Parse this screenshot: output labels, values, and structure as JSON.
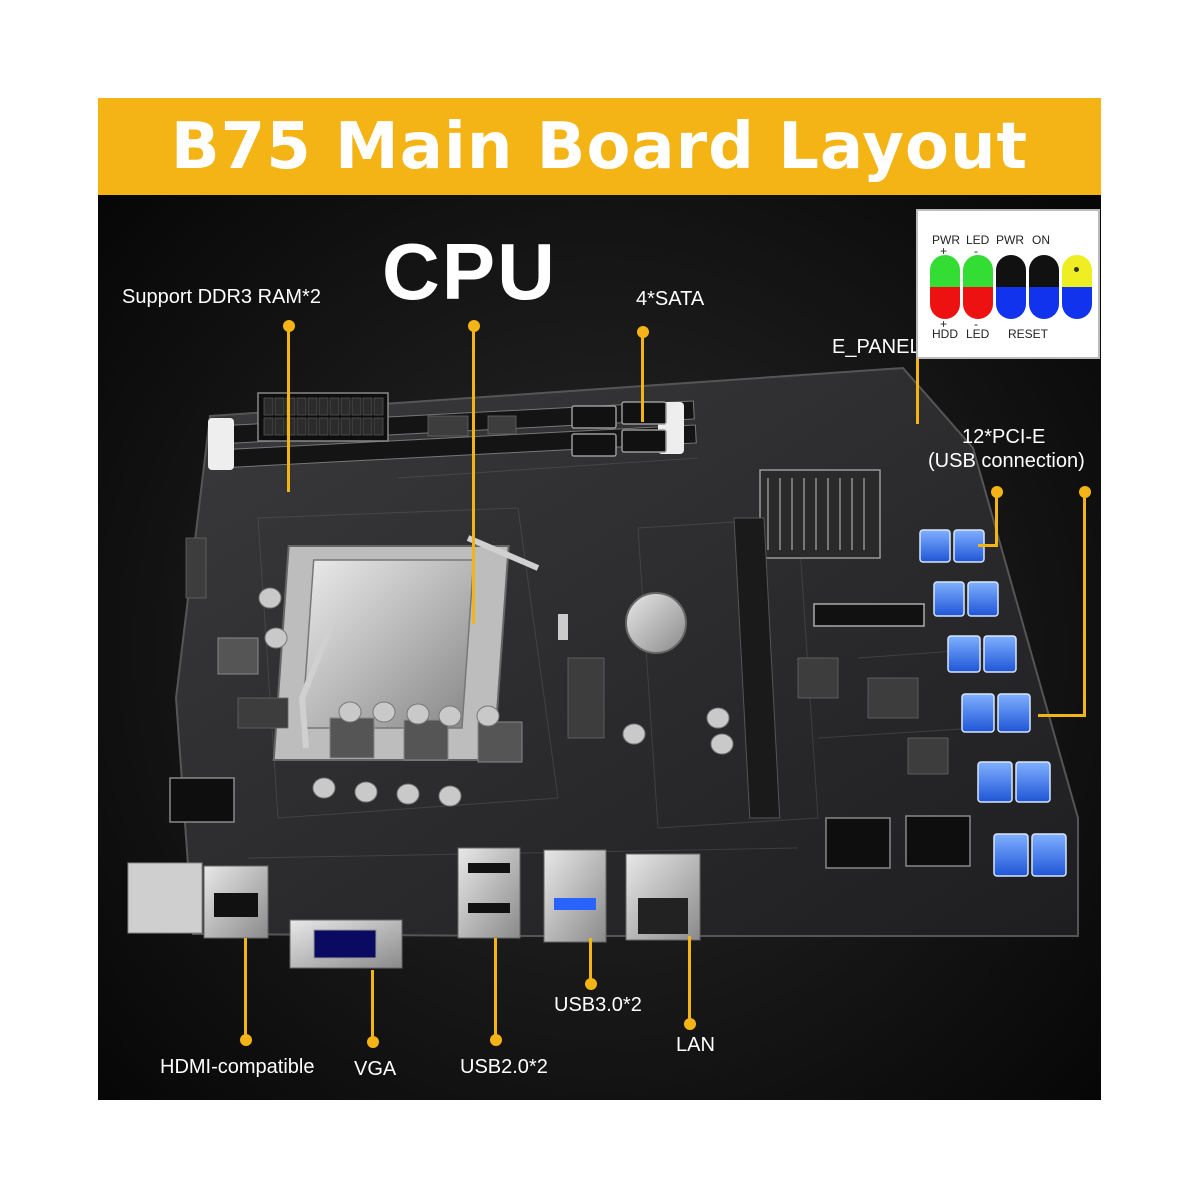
{
  "banner": {
    "title": "B75 Main Board Layout",
    "color": "#f4b416"
  },
  "accent_color": "#f4b416",
  "labels": {
    "cpu": "CPU",
    "ram": "Support DDR3 RAM*2",
    "sata": "4*SATA",
    "e_panel": "E_PANEL",
    "pcie_line1": "12*PCI-E",
    "pcie_line2": "(USB connection)",
    "hdmi": "HDMI-compatible",
    "vga": "VGA",
    "usb2": "USB2.0*2",
    "usb3": "USB3.0*2",
    "lan": "LAN"
  },
  "e_panel_pins": {
    "top_labels": [
      "PWR",
      "LED",
      "PWR",
      "ON"
    ],
    "bottom_labels": [
      "HDD",
      "LED",
      "RESET"
    ],
    "polarity_top": [
      "+",
      "-"
    ],
    "polarity_bottom": [
      "+",
      "-"
    ],
    "pins": [
      {
        "top": "#33dd33",
        "bottom": "#ee1111"
      },
      {
        "top": "#33dd33",
        "bottom": "#ee1111"
      },
      {
        "top": "#111111",
        "bottom": "#1133ee"
      },
      {
        "top": "#111111",
        "bottom": "#1133ee"
      },
      {
        "top": "#eeee22",
        "bottom": "#1133ee"
      }
    ]
  }
}
